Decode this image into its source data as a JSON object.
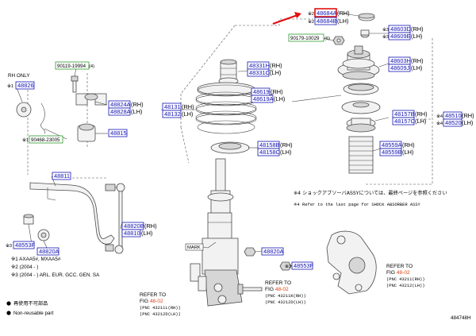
{
  "colors": {
    "part_number": "#1414b4",
    "highlight": "#e01010",
    "bolt_number": "#2e9b2e",
    "fig_ref": "#e04010"
  },
  "labels": {
    "rh_only": "RH ONLY",
    "mark": "MARK",
    "figure_id": "484748H",
    "note_ja": "※4 ショックアブソーバASSYについては、最終ページを参照ください",
    "note_en": "※4 Refer to the last page for SHOCK ABSORBER ASSY",
    "mark_notes": [
      "※1 AXAA5#, MXAA5#",
      "※2 (2004 -      )",
      "※3 (2004 -      ) ARL. EUR. GCC. GEN. SA"
    ],
    "legend": [
      "再使用不可部品",
      "Non-reusable part"
    ]
  },
  "refs": {
    "left": {
      "l1": "REFER TO",
      "l2": "FIG ",
      "fig": "48-02",
      "p1": "(PNC 43211L(RH))",
      "p2": "(PNC 43212D(LH))"
    },
    "mid": {
      "l1": "REFER TO",
      "l2": "FIG ",
      "fig": "48-02",
      "p1": "(PNC 43211K(RH))",
      "p2": "(PNC 43212D(LH))"
    },
    "right": {
      "l1": "REFER TO",
      "l2": "FIG ",
      "fig": "48-02",
      "p1": "(PNC 43211(RH))",
      "p2": "(PNC 43212(LH))"
    }
  },
  "bolts": {
    "b1": "90119-19994",
    "b1s": "(4)",
    "b2": "90468-23005",
    "b3": "90179-10029",
    "b3s": "(6)"
  },
  "parts": {
    "p48684A": "48684A",
    "p48684B": "48684B",
    "p48603D": "48603D",
    "p48609E": "48609E",
    "p48603H": "48603H",
    "p48609J": "48609J",
    "p48331H": "48331H",
    "p48331C": "48331C",
    "p48619": "48619",
    "p48619A": "48619A",
    "p48131": "48131",
    "p48132": "48132",
    "p48157B": "48157B",
    "p48157C": "48157C",
    "p48510": "48510",
    "p48520": "48520",
    "p48826": "48826",
    "p48824A": "48824A",
    "p48828A": "48828A",
    "p48815": "48815",
    "p48811": "48811",
    "p48158B": "48158B",
    "p48158C": "48158C",
    "p48559A": "48559A",
    "p48559B": "48559B",
    "p48820B": "48820B",
    "p48810": "48810",
    "p48553F_a": "48553F",
    "p48820A_a": "48820A",
    "p48820A_b": "48820A",
    "p48553F_b": "48553F"
  },
  "suffix": {
    "rh": "(RH)",
    "lh": "(LH)"
  },
  "marks": {
    "m1": "※1",
    "m2": "※2",
    "m3": "※3",
    "m4": "※4"
  }
}
